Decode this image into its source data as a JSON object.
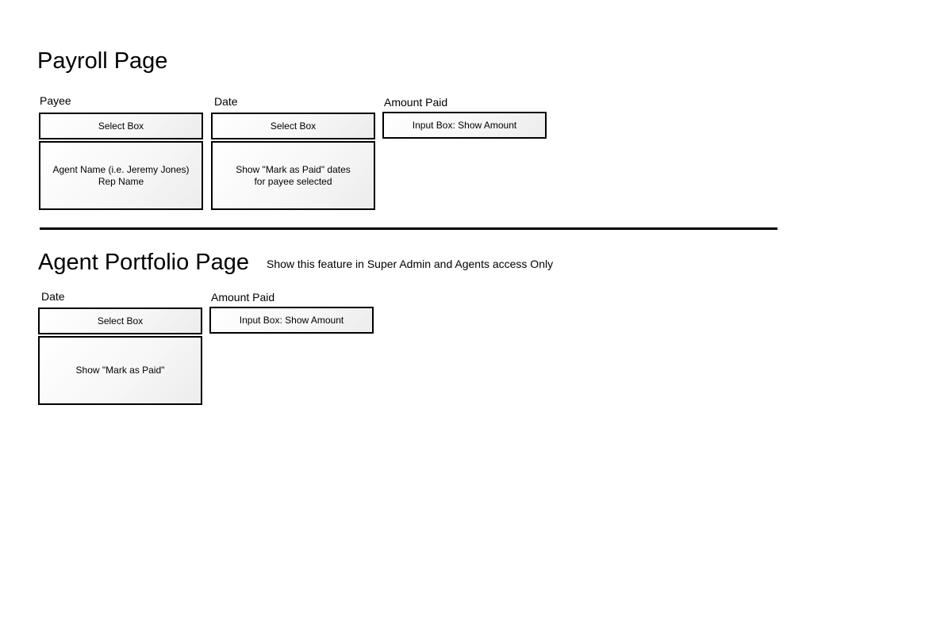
{
  "payroll": {
    "title": "Payroll Page",
    "payee": {
      "label": "Payee",
      "select": "Select Box",
      "options_line1": "Agent Name (i.e. Jeremy Jones)",
      "options_line2": "Rep Name"
    },
    "date": {
      "label": "Date",
      "select": "Select Box",
      "options_line1": "Show \"Mark as Paid\" dates",
      "options_line2": "for payee selected"
    },
    "amount": {
      "label": "Amount Paid",
      "input": "Input Box: Show Amount"
    }
  },
  "agent_portfolio": {
    "title": "Agent Portfolio Page",
    "note": "Show this feature in Super Admin and Agents access Only",
    "date": {
      "label": "Date",
      "select": "Select Box",
      "options": "Show \"Mark as Paid\""
    },
    "amount": {
      "label": "Amount Paid",
      "input": "Input Box: Show Amount"
    }
  }
}
